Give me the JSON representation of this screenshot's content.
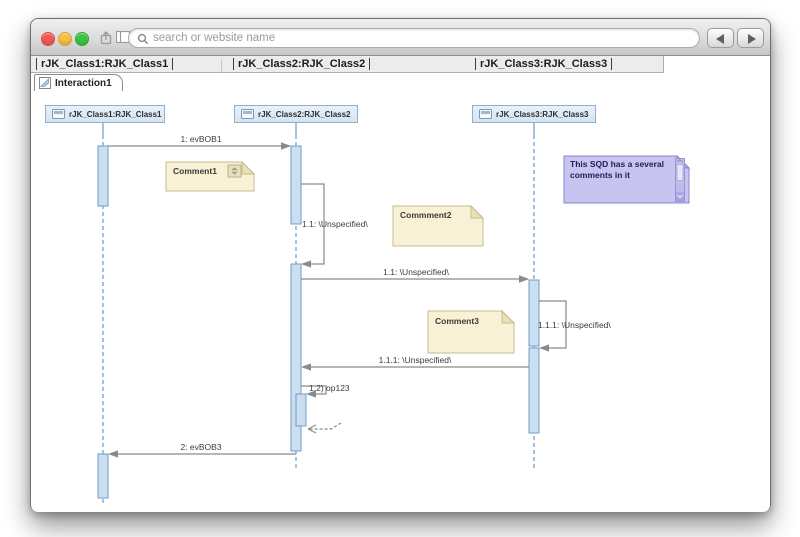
{
  "browser": {
    "search_placeholder": "search or website name"
  },
  "pane_headers": [
    {
      "label": "rJK_Class1:RJK_Class1"
    },
    {
      "label": "rJK_Class2:RJK_Class2"
    },
    {
      "label": "rJK_Class3:RJK_Class3"
    }
  ],
  "tab": {
    "label": "Interaction1"
  },
  "diagram": {
    "lifelines": [
      {
        "label": "rJK_Class1:RJK_Class1"
      },
      {
        "label": "rJK_Class2:RJK_Class2"
      },
      {
        "label": "rJK_Class3:RJK_Class3"
      }
    ],
    "messages": [
      {
        "label": "1: evBOB1"
      },
      {
        "label": "1.1: \\Unspecified\\"
      },
      {
        "label": "1.1: \\Unspecified\\"
      },
      {
        "label": "1.1.1: \\Unspecified\\"
      },
      {
        "label": "1.1.1: \\Unspecified\\"
      },
      {
        "label": "1.2) op123"
      },
      {
        "label": "2: evBOB3"
      }
    ],
    "comments": [
      {
        "text": "Comment1"
      },
      {
        "text": "Commment2"
      },
      {
        "text": "Comment3"
      },
      {
        "text": "This SQD has a several comments in it"
      }
    ]
  },
  "colors": {
    "lifeline_fill": "#dce9f6",
    "lifeline_border": "#94aec8",
    "activation_fill": "#ccdff2",
    "activation_border": "#6f9dc6",
    "message_line": "#8a8a8a",
    "comment_fill": "#f8f1d6",
    "comment_border": "#c6bb92",
    "purple_note_fill": "#c7c4f0",
    "purple_note_border": "#8986cf",
    "traffic_red": "#f25a52",
    "traffic_yellow": "#f7be40",
    "traffic_green": "#3cc441"
  }
}
